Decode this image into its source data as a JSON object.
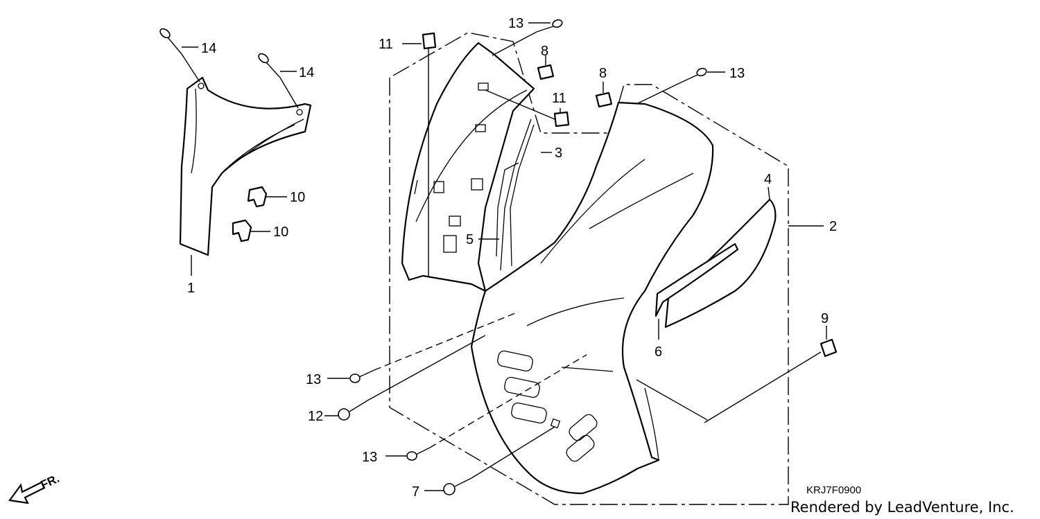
{
  "diagram": {
    "callouts": [
      {
        "id": "14a",
        "text": "14"
      },
      {
        "id": "14b",
        "text": "14"
      },
      {
        "id": "10a",
        "text": "10"
      },
      {
        "id": "10b",
        "text": "10"
      },
      {
        "id": "1",
        "text": "1"
      },
      {
        "id": "11a",
        "text": "11"
      },
      {
        "id": "13a",
        "text": "13"
      },
      {
        "id": "8a",
        "text": "8"
      },
      {
        "id": "8b",
        "text": "8"
      },
      {
        "id": "11b",
        "text": "11"
      },
      {
        "id": "13b",
        "text": "13"
      },
      {
        "id": "3",
        "text": "3"
      },
      {
        "id": "4",
        "text": "4"
      },
      {
        "id": "2",
        "text": "2"
      },
      {
        "id": "5",
        "text": "5"
      },
      {
        "id": "6",
        "text": "6"
      },
      {
        "id": "9",
        "text": "9"
      },
      {
        "id": "13c",
        "text": "13"
      },
      {
        "id": "12",
        "text": "12"
      },
      {
        "id": "13d",
        "text": "13"
      },
      {
        "id": "7",
        "text": "7"
      }
    ],
    "diagram_code": "KRJ7F0900",
    "credit": "Rendered by LeadVenture, Inc.",
    "front_indicator": "FR."
  }
}
